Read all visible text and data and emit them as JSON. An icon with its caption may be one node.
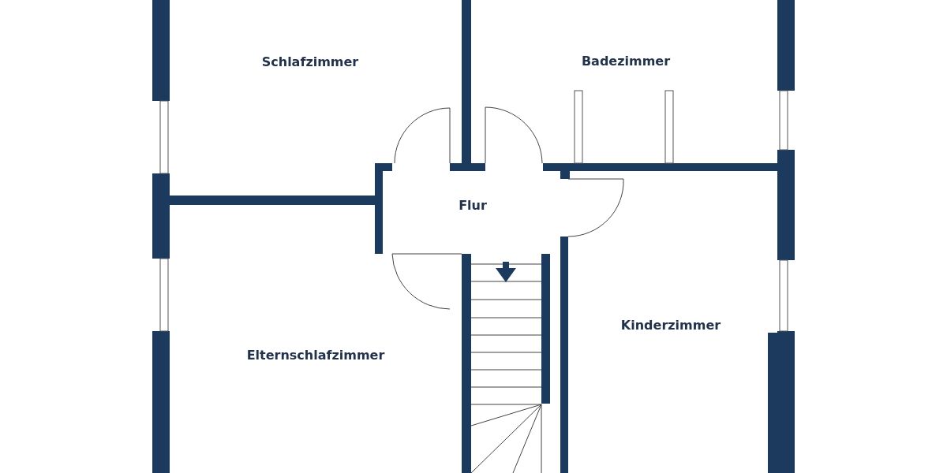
{
  "diagram": {
    "nodes": [
      {
        "text": [
          "Schlafzimmer"
        ]
      },
      {
        "text": [
          "Badezimmer"
        ]
      },
      {
        "text": [
          "Flur"
        ]
      },
      {
        "text": [
          "Elternschlafzimmer"
        ]
      },
      {
        "text": [
          "Kinderzimmer"
        ]
      }
    ]
  }
}
